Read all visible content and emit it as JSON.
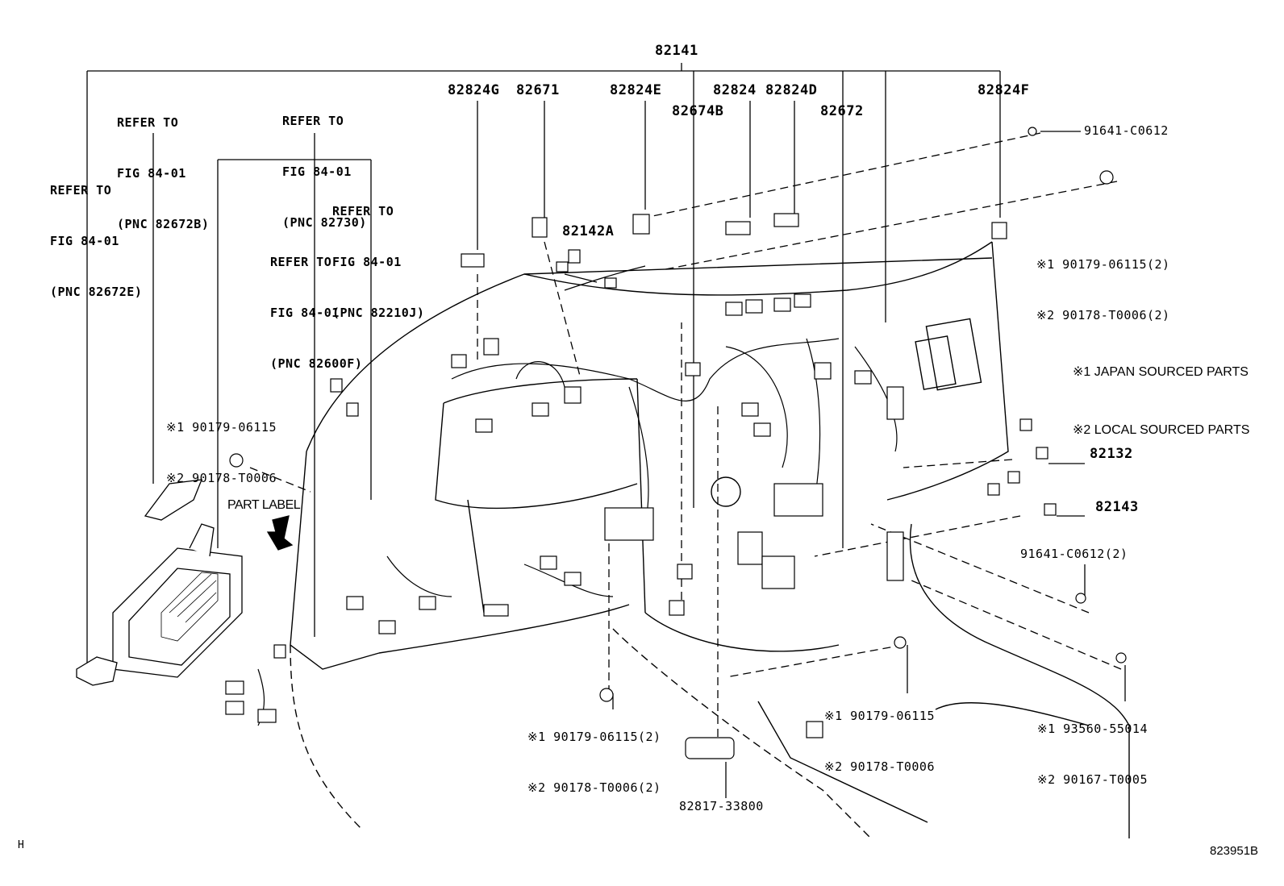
{
  "top_part_number": "82141",
  "callouts": {
    "p82824G": "82824G",
    "p82671": "82671",
    "p82824E": "82824E",
    "p82824": "82824",
    "p82824D": "82824D",
    "p82674B": "82674B",
    "p82672": "82672",
    "p82824F": "82824F",
    "p82142A": "82142A",
    "p82132": "82132",
    "p82143": "82143",
    "p82817": "82817-33800",
    "p91641_top": "91641-C0612",
    "p91641_mid": "91641-C0612(2)"
  },
  "refer_blocks": [
    {
      "lines": [
        "REFER TO",
        "FIG 84-01",
        "(PNC 82672B)"
      ]
    },
    {
      "lines": [
        "REFER TO",
        "FIG 84-01",
        "(PNC 82730)"
      ]
    },
    {
      "lines": [
        "REFER TO",
        "FIG 84-01",
        "(PNC 82672E)"
      ]
    },
    {
      "lines": [
        "REFER TO",
        "FIG 84-01",
        "(PNC 82210J)"
      ]
    },
    {
      "lines": [
        "REFER TO",
        "FIG 84-01",
        "(PNC 82600F)"
      ]
    }
  ],
  "sourced_notes": {
    "top_right": [
      "※1 90179-06115(2)",
      "※2 90178-T0006(2)"
    ],
    "left": [
      "※1 90179-06115",
      "※2 90178-T0006"
    ],
    "bottom_center": [
      "※1 90179-06115(2)",
      "※2 90178-T0006(2)"
    ],
    "bottom_mid": [
      "※1 90179-06115",
      "※2 90178-T0006"
    ],
    "bottom_right": [
      "※1 93560-55014",
      "※2 90167-T0005"
    ]
  },
  "legend": [
    "※1 JAPAN SOURCED PARTS",
    "※2 LOCAL SOURCED PARTS"
  ],
  "part_label": "PART LABEL",
  "corner_left": "H",
  "corner_right": "823951B"
}
